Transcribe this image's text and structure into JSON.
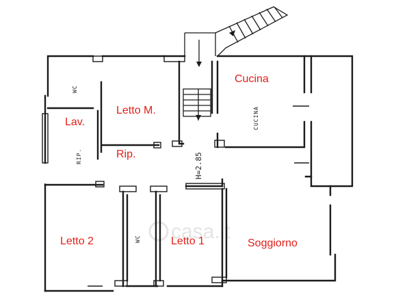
{
  "rooms": {
    "cucina": "Cucina",
    "letto_m": "Letto M.",
    "lav": "Lav.",
    "rip": "Rip.",
    "letto_2": "Letto 2",
    "letto_1": "Letto 1",
    "soggiorno": "Soggiorno"
  },
  "handwritten": {
    "wc_top": "WC",
    "wc_bottom": "WC",
    "rip_vertical": "RIP.",
    "cucina_vertical": "CUCINA",
    "height": "H=2.85"
  },
  "watermark": {
    "text": "casa.it"
  },
  "colors": {
    "room_label": "#e0201a",
    "walls": "#1a1a1a"
  }
}
